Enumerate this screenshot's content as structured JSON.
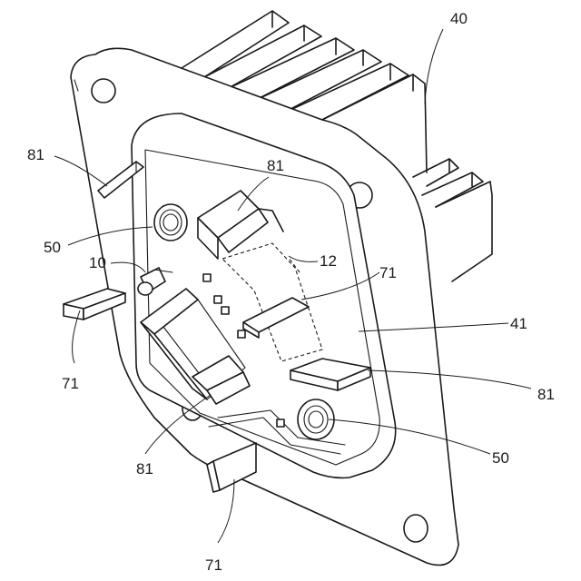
{
  "labels": {
    "l40": "40",
    "l81a": "81",
    "l81b": "81",
    "l50a": "50",
    "l10": "10",
    "l12": "12",
    "l71a": "71",
    "l71b": "71",
    "l41": "41",
    "l81c": "81",
    "l81d": "81",
    "l50b": "50",
    "l71c": "71"
  }
}
